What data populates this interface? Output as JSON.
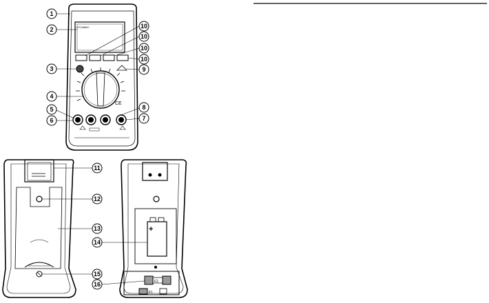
{
  "header_rule": true,
  "meter_front": {
    "brand_text": "UT136B/C",
    "ce_mark": "CE",
    "callouts": [
      "1",
      "2",
      "3",
      "4",
      "5",
      "6",
      "7",
      "8",
      "9",
      "10",
      "10",
      "10",
      "10"
    ]
  },
  "back_open": {
    "callouts": [
      "11",
      "12",
      "13",
      "15"
    ]
  },
  "back_closed": {
    "callouts": [
      "14",
      "16"
    ],
    "battery_plus": "+",
    "fuse_mark_a": "F2",
    "fuse_mark_b": "F1"
  }
}
